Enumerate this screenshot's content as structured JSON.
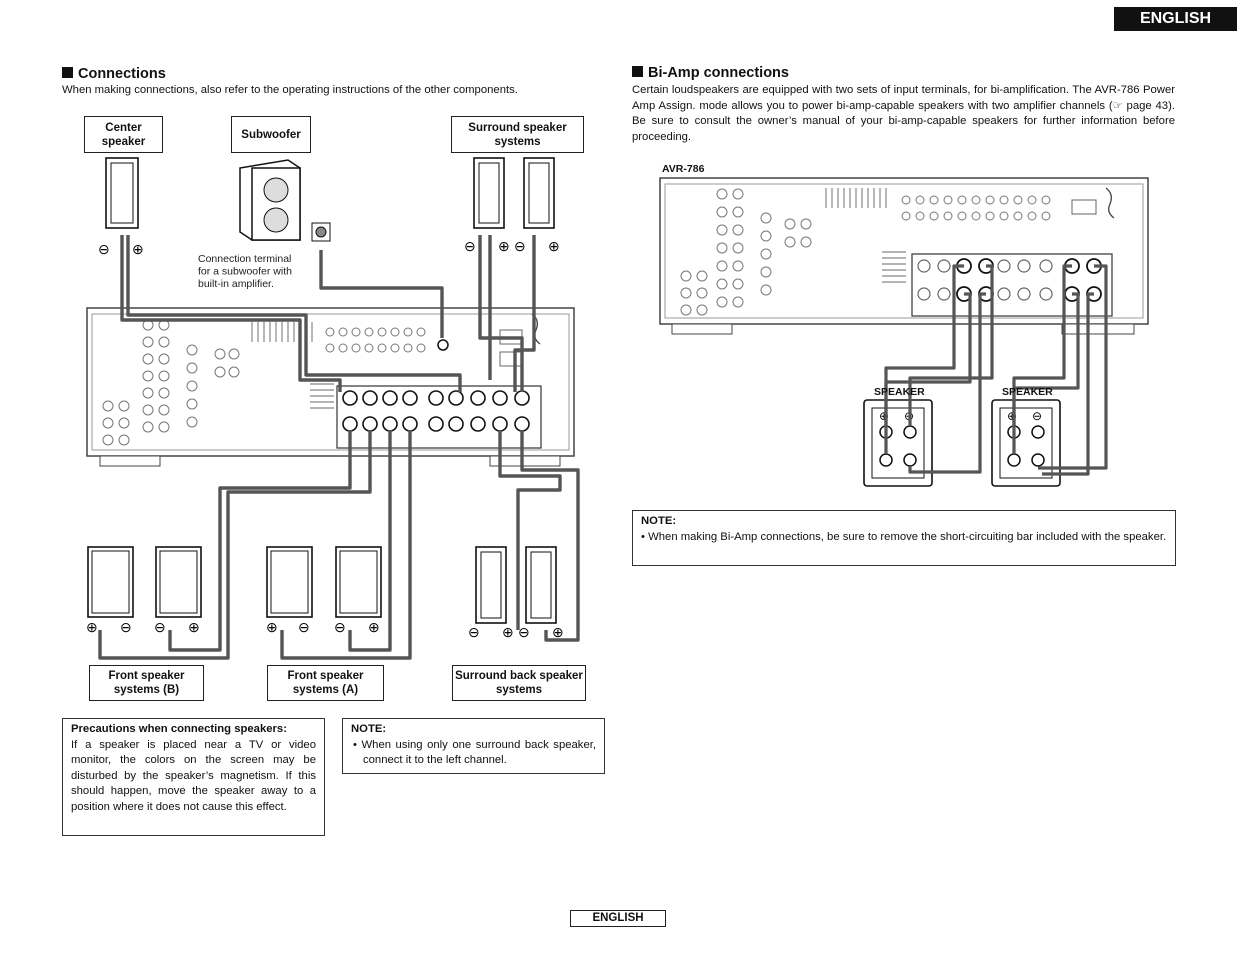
{
  "page": {
    "language_tab": "ENGLISH",
    "footer_tab": "ENGLISH"
  },
  "connections": {
    "title": "Connections",
    "intro": "When making connections, also refer to the operating instructions of the other components.",
    "labels": {
      "center": "Center speaker",
      "subwoofer": "Subwoofer",
      "surround": "Surround speaker systems",
      "front_b": "Front speaker systems (B)",
      "front_a": "Front speaker systems (A)",
      "surround_back": "Surround back speaker systems"
    },
    "sub_terminal_note": "Connection terminal for a subwoofer with built-in amplifier.",
    "precautions": {
      "title": "Precautions when connecting speakers:",
      "text": "If a speaker is placed near a TV or video monitor, the colors on the screen may be disturbed by the speaker’s magnetism. If this should happen, move the speaker away to a position where it does not cause this effect."
    },
    "note": {
      "title": "NOTE:",
      "text": "When using only one surround back speaker, connect it to the left channel."
    }
  },
  "biamp": {
    "title": "Bi-Amp connections",
    "text": "Certain loudspeakers are equipped with two sets of input terminals, for bi-amplification. The AVR-786 Power Amp Assign. mode allows you to power bi-amp-capable speakers with two amplifier channels (☞ page 43). Be sure to consult the owner’s manual of your bi-amp-capable speakers for further information before proceeding.",
    "model": "AVR-786",
    "speaker_label_left": "SPEAKER",
    "speaker_label_right": "SPEAKER",
    "note": {
      "title": "NOTE:",
      "text": "When making Bi-Amp connections, be sure to remove the short-circuiting bar included with the speaker."
    }
  }
}
